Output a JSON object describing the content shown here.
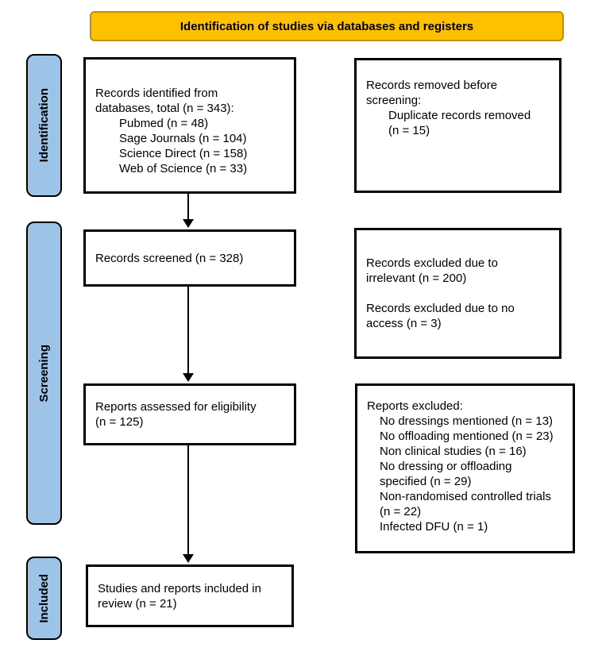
{
  "header": {
    "title": "Identification of studies via databases and registers"
  },
  "colors": {
    "header_fill": "#FFC000",
    "header_border": "#BF9000",
    "stage_fill": "#9DC3E6",
    "box_border": "#000000"
  },
  "stages": {
    "identification": "Identification",
    "screening": "Screening",
    "included": "Included"
  },
  "boxes": {
    "identified": {
      "lines": [
        "Records identified from",
        "databases, total (n = 343):"
      ],
      "items": [
        "Pubmed (n = 48)",
        "Sage Journals (n = 104)",
        "Science Direct (n = 158)",
        "Web of Science (n = 33)"
      ]
    },
    "removed": {
      "lines": [
        "Records removed before",
        "screening:"
      ],
      "items": [
        "Duplicate records removed",
        "(n = 15)"
      ]
    },
    "screened": {
      "lines": [
        "Records screened (n = 328)"
      ]
    },
    "excluded_screening": {
      "para1": [
        "Records excluded due to",
        "irrelevant (n = 200)"
      ],
      "para2": [
        "Records excluded due to no",
        "access (n = 3)"
      ]
    },
    "assessed": {
      "lines": [
        "Reports assessed for eligibility",
        "(n = 125)"
      ]
    },
    "excluded_reports": {
      "lines": [
        "Reports excluded:"
      ],
      "items": [
        "No dressings mentioned (n = 13)",
        "No offloading mentioned (n = 23)",
        "Non clinical studies (n = 16)",
        "No dressing or offloading",
        "specified (n = 29)",
        "Non-randomised controlled trials",
        "(n = 22)",
        "Infected DFU (n = 1)"
      ]
    },
    "included": {
      "lines": [
        "Studies and reports included in",
        "review (n = 21)"
      ]
    }
  }
}
